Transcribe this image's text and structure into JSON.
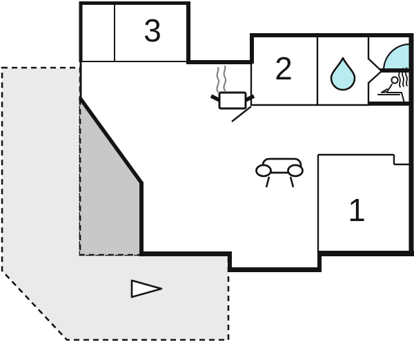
{
  "plan": {
    "rooms": [
      {
        "label": "1"
      },
      {
        "label": "2"
      },
      {
        "label": "3"
      }
    ],
    "icons": [
      {
        "name": "cooking-pot-icon"
      },
      {
        "name": "steam-icon"
      },
      {
        "name": "sofa-icon"
      },
      {
        "name": "water-drop-icon"
      },
      {
        "name": "shower-icon"
      },
      {
        "name": "sauna-person-icon"
      },
      {
        "name": "entrance-arrow-icon"
      }
    ],
    "colors": {
      "wall": "#141414",
      "water": "#b9ecf0",
      "terrace_light": "#eaeaea",
      "terrace_dark": "#c8c8c8",
      "steam_gray": "#828282",
      "background": "#ffffff"
    }
  }
}
